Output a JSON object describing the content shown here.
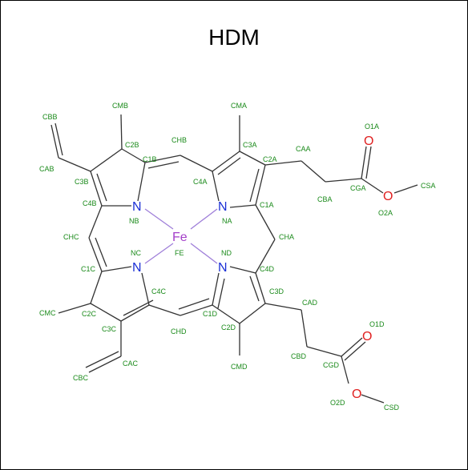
{
  "title": "HDM",
  "colors": {
    "nitrogen": "#1a2fd6",
    "oxygen": "#e02020",
    "iron": "#a43fc9",
    "atom_label": "#1a8a1a",
    "bond": "#333333",
    "coordination_bond": "#9f7fd9"
  },
  "elements": {
    "N": "N",
    "O": "O",
    "Fe": "Fe"
  },
  "atom_names": {
    "CBB": "CBB",
    "CAB": "CAB",
    "CMB": "CMB",
    "C2B": "C2B",
    "C3B": "C3B",
    "C4B": "C4B",
    "C1B": "C1B",
    "NB": "NB",
    "CHB": "CHB",
    "CMA": "CMA",
    "C3A": "C3A",
    "C4A": "C4A",
    "C2A": "C2A",
    "C1A": "C1A",
    "NA": "NA",
    "CAA": "CAA",
    "CBA": "CBA",
    "CGA": "CGA",
    "O1A": "O1A",
    "O2A": "O2A",
    "CSA": "CSA",
    "CHA": "CHA",
    "CHC": "CHC",
    "FE": "FE",
    "NC": "NC",
    "ND": "ND",
    "C1C": "C1C",
    "C4C": "C4C",
    "C2C": "C2C",
    "C3C": "C3C",
    "CMC": "CMC",
    "CAC": "CAC",
    "CBC": "CBC",
    "CHD": "CHD",
    "C1D": "C1D",
    "C2D": "C2D",
    "C3D": "C3D",
    "C4D": "C4D",
    "CMD": "CMD",
    "CAD": "CAD",
    "CBD": "CBD",
    "CGD": "CGD",
    "O1D": "O1D",
    "O2D": "O2D",
    "CSD": "CSD"
  }
}
